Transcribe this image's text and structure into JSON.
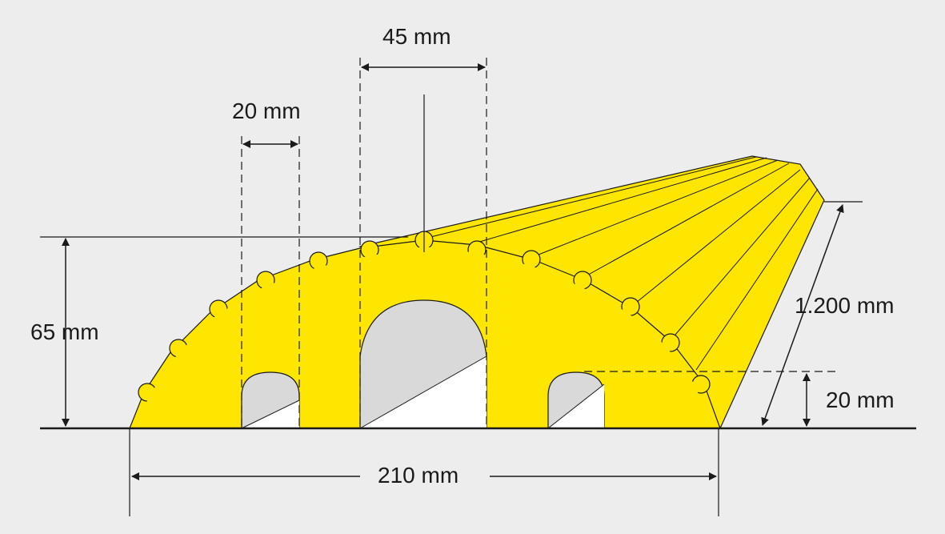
{
  "colors": {
    "background": "#ededed",
    "product_fill": "#ffe600",
    "channel_fill": "#d9d9d9",
    "line": "#1a1a1a"
  },
  "dimensions": {
    "channel_large_width": "45 mm",
    "channel_small_width": "20 mm",
    "total_height": "65 mm",
    "length": "1.200 mm",
    "channel_small_height": "20 mm",
    "total_width": "210 mm"
  }
}
